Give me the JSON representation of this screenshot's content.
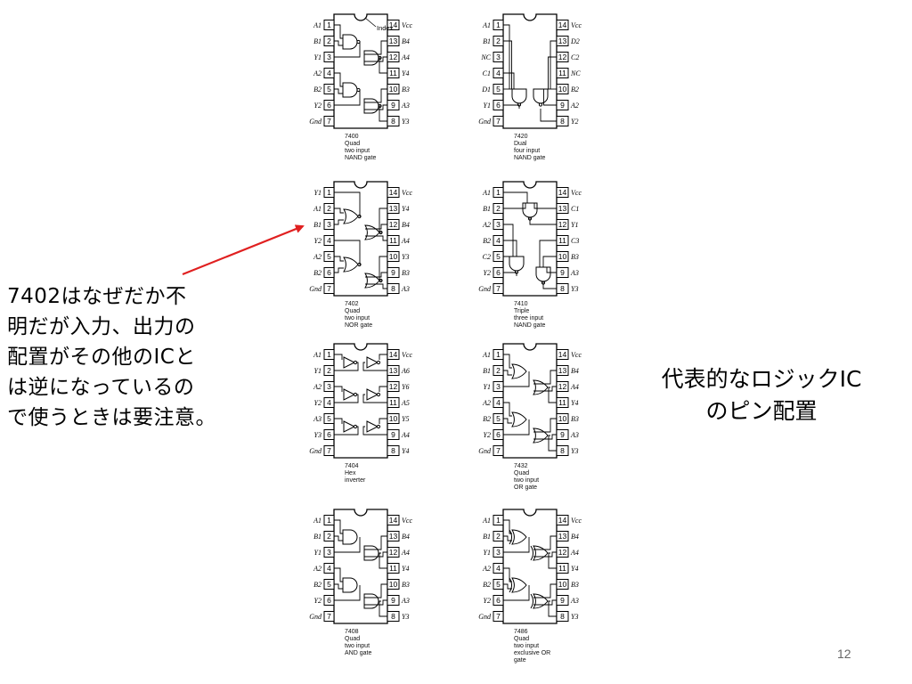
{
  "note": "7402はなぜだか不\n明だが入力、出力の\n配置がその他のICと\nは逆になっているの\nで使うときは要注意。",
  "title": "代表的なロジックIC\nのピン配置",
  "page_number": "12",
  "index_label": "Index",
  "colors": {
    "arrow": "#e02020",
    "line": "#000000"
  },
  "chips": [
    {
      "id": "7400",
      "caption": "7400\nQuad\ntwo input\nNAND gate",
      "gate": "nand2",
      "left": [
        "A1",
        "B1",
        "Y1",
        "A2",
        "B2",
        "Y2",
        "Gnd"
      ],
      "right": [
        "Vcc",
        "B4",
        "A4",
        "Y4",
        "B3",
        "A3",
        "Y3"
      ]
    },
    {
      "id": "7420",
      "caption": "7420\nDual\nfour input\nNAND gate",
      "gate": "nand4",
      "left": [
        "A1",
        "B1",
        "NC",
        "C1",
        "D1",
        "Y1",
        "Gnd"
      ],
      "right": [
        "Vcc",
        "D2",
        "C2",
        "NC",
        "B2",
        "A2",
        "Y2"
      ]
    },
    {
      "id": "7402",
      "caption": "7402\nQuad\ntwo input\nNOR gate",
      "gate": "nor2",
      "left": [
        "Y1",
        "A1",
        "B1",
        "Y2",
        "A2",
        "B2",
        "Gnd"
      ],
      "right": [
        "Vcc",
        "Y4",
        "B4",
        "A4",
        "Y3",
        "B3",
        "A3"
      ]
    },
    {
      "id": "7410",
      "caption": "7410\nTriple\nthree input\nNAND gate",
      "gate": "nand3",
      "left": [
        "A1",
        "B1",
        "A2",
        "B2",
        "C2",
        "Y2",
        "Gnd"
      ],
      "right": [
        "Vcc",
        "C1",
        "Y1",
        "C3",
        "B3",
        "A3",
        "Y3"
      ]
    },
    {
      "id": "7404",
      "caption": "7404\nHex\ninverter",
      "gate": "not",
      "left": [
        "A1",
        "Y1",
        "A2",
        "Y2",
        "A3",
        "Y3",
        "Gnd"
      ],
      "right": [
        "Vcc",
        "A6",
        "Y6",
        "A5",
        "Y5",
        "A4",
        "Y4"
      ]
    },
    {
      "id": "7432",
      "caption": "7432\nQuad\ntwo input\nOR gate",
      "gate": "or2",
      "left": [
        "A1",
        "B1",
        "Y1",
        "A2",
        "B2",
        "Y2",
        "Gnd"
      ],
      "right": [
        "Vcc",
        "B4",
        "A4",
        "Y4",
        "B3",
        "A3",
        "Y3"
      ]
    },
    {
      "id": "7408",
      "caption": "7408\nQuad\ntwo input\nAND gate",
      "gate": "and2",
      "left": [
        "A1",
        "B1",
        "Y1",
        "A2",
        "B2",
        "Y2",
        "Gnd"
      ],
      "right": [
        "Vcc",
        "B4",
        "A4",
        "Y4",
        "B3",
        "A3",
        "Y3"
      ]
    },
    {
      "id": "7486",
      "caption": "7486\nQuad\ntwo input\nexclusive OR\ngate",
      "gate": "xor2",
      "left": [
        "A1",
        "B1",
        "Y1",
        "A2",
        "B2",
        "Y2",
        "Gnd"
      ],
      "right": [
        "Vcc",
        "B4",
        "A4",
        "Y4",
        "B3",
        "A3",
        "Y3"
      ]
    }
  ]
}
